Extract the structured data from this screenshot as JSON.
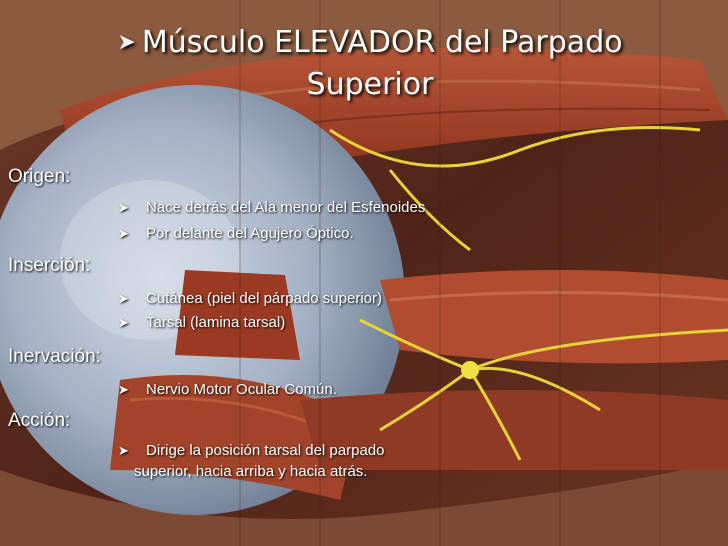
{
  "slide": {
    "title_line1": "Músculo ELEVADOR del Parpado",
    "title_line2": "Superior",
    "bullet_icon": "arrow-bullet-icon"
  },
  "sections": [
    {
      "heading": "Origen:",
      "items": [
        "Nace detrás del Ala menor del Esfenoides",
        "Por delante del Agujero Óptico."
      ]
    },
    {
      "heading": "Inserción:",
      "items": [
        "Cutánea (piel del párpado superior)",
        "Tarsal (lamina tarsal)"
      ]
    },
    {
      "heading": "Inervación:",
      "items": [
        "Nervio Motor Ocular Común."
      ]
    },
    {
      "heading": "Acción:",
      "items": [
        "Dirige la posición tarsal del parpado",
        "superior, hacia arriba y hacia atrás."
      ]
    }
  ],
  "colors": {
    "text": "#ffffff",
    "muscle": "#a0452c",
    "eyeball": "#a9b6c8",
    "nerve": "#e8d23a"
  }
}
